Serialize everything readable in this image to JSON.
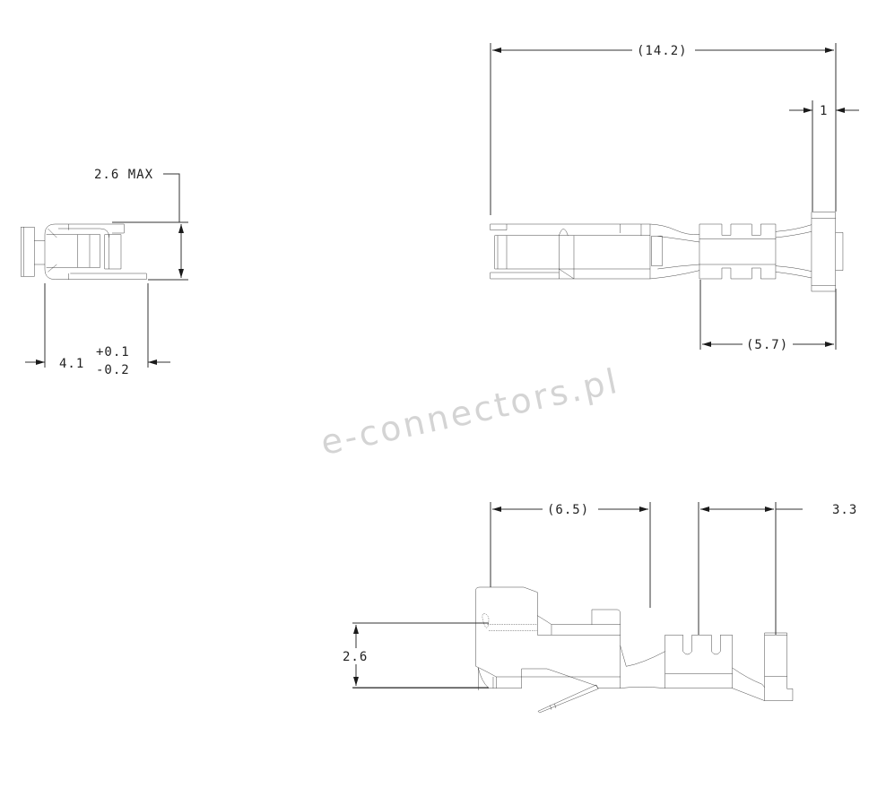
{
  "watermark": "e-connectors.pl",
  "end_view": {
    "height_dim": "2.6 MAX",
    "width_dim": "4.1",
    "tol_plus": "+0.1",
    "tol_minus": "-0.2"
  },
  "top_view": {
    "overall_length": "(14.2)",
    "flange_thickness": "1",
    "insulation_crimp_to_end": "(5.7)"
  },
  "side_view": {
    "contact_length": "(6.5)",
    "crimp_length": "3.3",
    "height": "2.6"
  }
}
